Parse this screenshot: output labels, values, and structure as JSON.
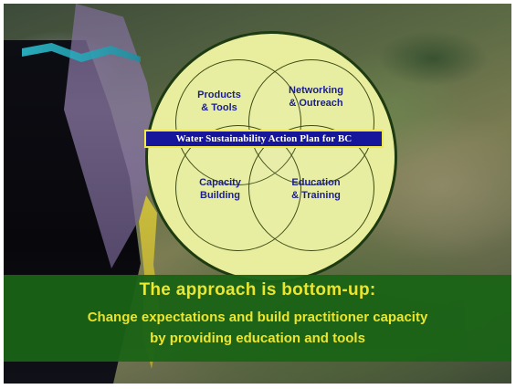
{
  "diagram": {
    "circles": {
      "top_left": "Products\n& Tools",
      "top_right": "Networking\n& Outreach",
      "bottom_left": "Capacity\nBuilding",
      "bottom_right": "Education\n& Training"
    },
    "center_banner": "Water Sustainability Action Plan for BC"
  },
  "footer": {
    "headline": "The approach is bottom-up:",
    "line1": "Change expectations and build practitioner capacity",
    "line2": "by providing education and  tools"
  },
  "colors": {
    "circle_fill": "#e8ee9e",
    "label_text": "#1a1f8a",
    "banner_fill": "#16169c",
    "banner_border": "#f3e84a",
    "footer_band": "#1a6316",
    "footer_text": "#f4ec2c"
  }
}
